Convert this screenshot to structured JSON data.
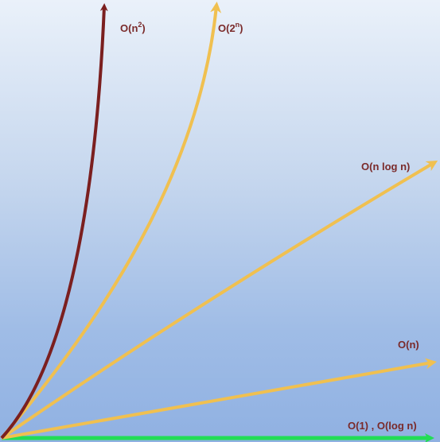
{
  "curves": [
    {
      "id": "n-squared",
      "label_base": "O(n",
      "label_sup": "2",
      "label_end": ")",
      "color": "#7b1f1f"
    },
    {
      "id": "two-power-n",
      "label_base": "O(2",
      "label_sup": "n",
      "label_end": ")",
      "color": "#f0c050"
    },
    {
      "id": "n-log-n",
      "label": "O(n log n)",
      "color": "#f0c050"
    },
    {
      "id": "linear",
      "label": "O(n)",
      "color": "#f0c050"
    },
    {
      "id": "constant-log",
      "label": "O(1) , O(log n)",
      "color": "#22dd55"
    }
  ],
  "colors": {
    "label_text": "#7a2a2a",
    "background_top": "#eaf1fa",
    "background_bottom": "#90b1e2"
  }
}
